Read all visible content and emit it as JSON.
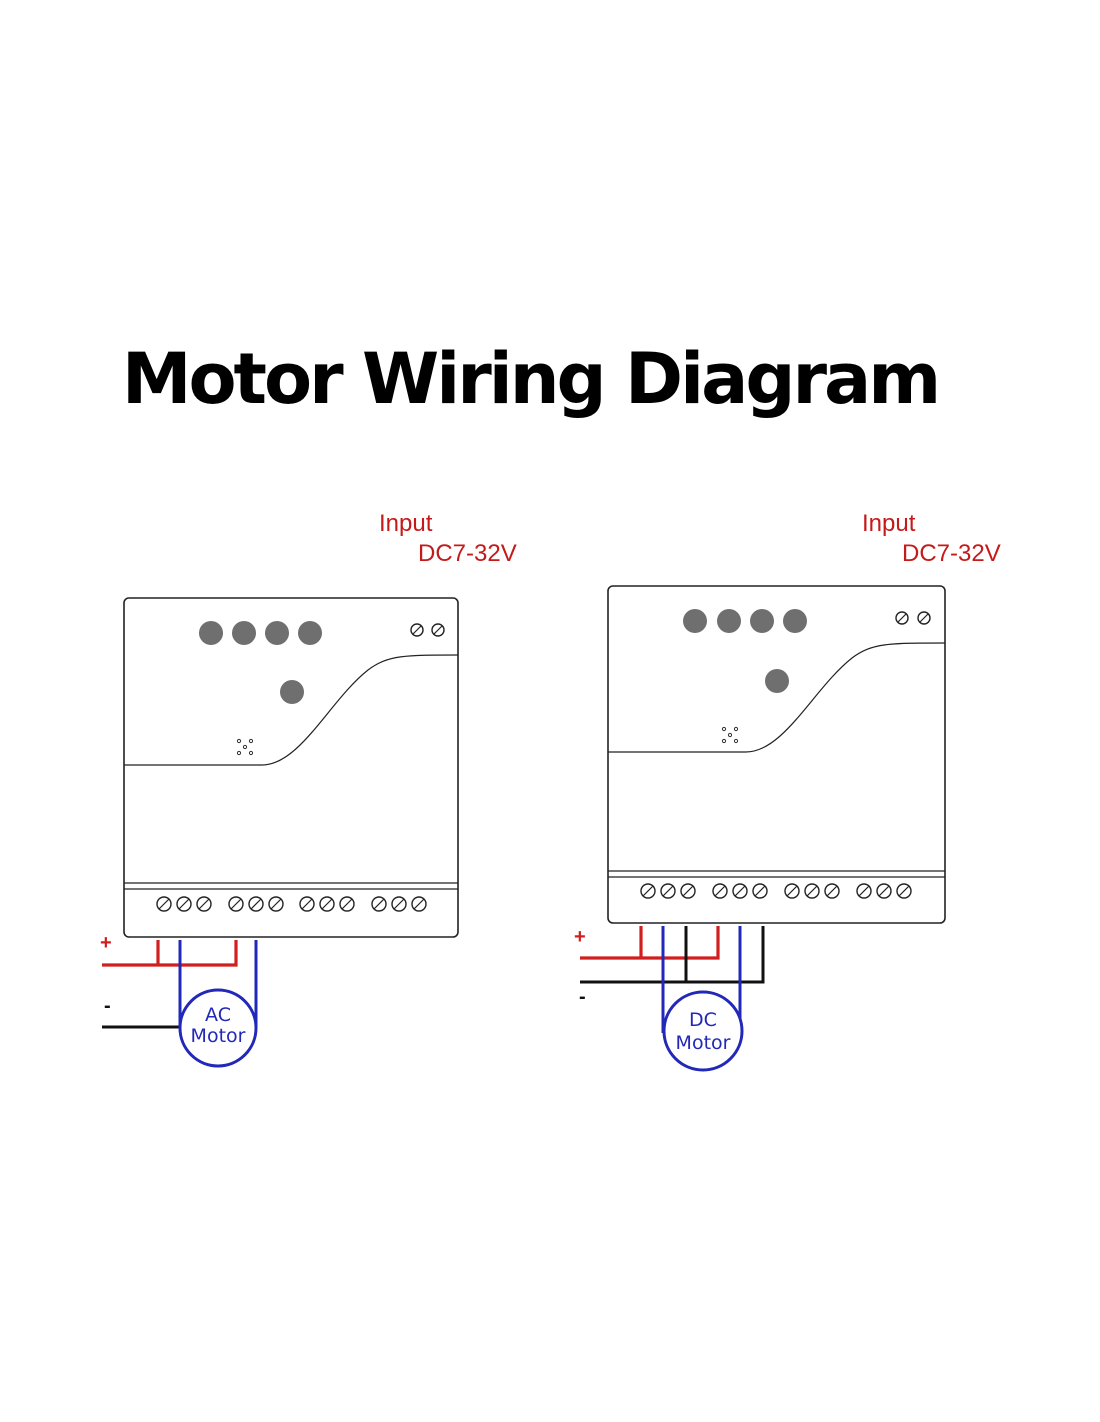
{
  "title": "Motor Wiring Diagram",
  "left": {
    "input_label": "Input",
    "voltage_label": "DC7-32V",
    "plus_label": "+",
    "minus_label": "-",
    "motor_line1": "AC",
    "motor_line2": "Motor"
  },
  "right": {
    "input_label": "Input",
    "voltage_label": "DC7-32V",
    "plus_label": "+",
    "minus_label": "-",
    "motor_line1": "DC",
    "motor_line2": "Motor"
  },
  "colors": {
    "positive_wire": "#d11f1f",
    "negative_wire": "#111111",
    "motor": "#2228b8",
    "label": "#c41a1a"
  }
}
